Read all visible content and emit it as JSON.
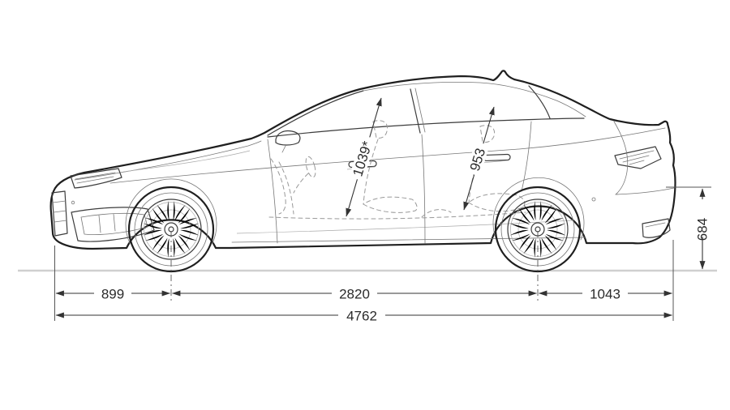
{
  "dimensions": {
    "front_overhang": "899",
    "wheelbase": "2820",
    "rear_overhang": "1043",
    "overall_length": "4762",
    "rear_height": "684",
    "front_interior_height": "1039*",
    "rear_interior_height": "953"
  },
  "colors": {
    "background": "#ffffff",
    "outline": "#1f1f1f",
    "detail": "#3c3c3c",
    "light_detail": "#777777",
    "dashed": "#999999",
    "dimension": "#333333",
    "ground": "#cfcfcf"
  }
}
